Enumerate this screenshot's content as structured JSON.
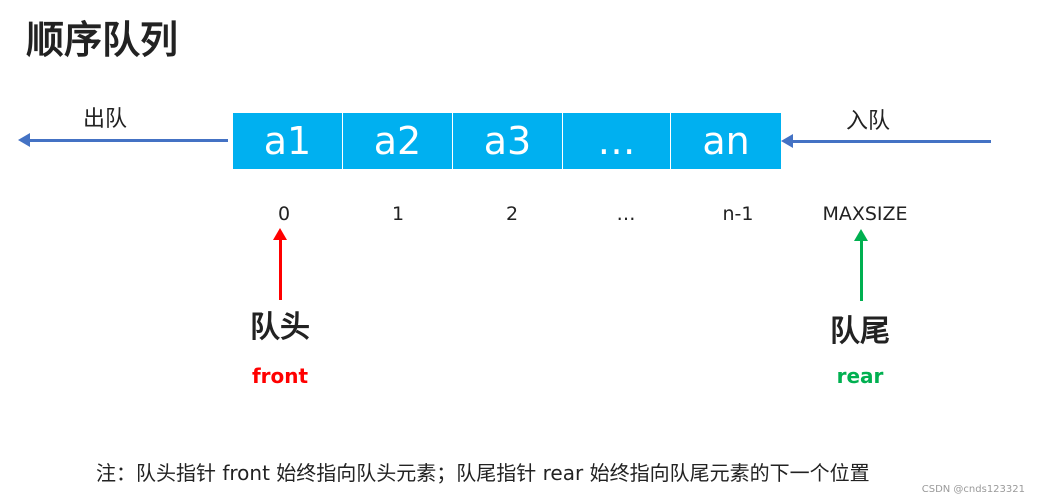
{
  "title": "顺序队列",
  "colors": {
    "cell": "#00b0f0",
    "arrow": "#4472c4",
    "front": "#ff0000",
    "rear": "#00b050"
  },
  "queue": {
    "cells": [
      "a1",
      "a2",
      "a3",
      "…",
      "an"
    ]
  },
  "dequeue_label": "出队",
  "enqueue_label": "入队",
  "indices": [
    "0",
    "1",
    "2",
    "…",
    "n-1",
    "MAXSIZE"
  ],
  "front": {
    "name": "队头",
    "en": "front"
  },
  "rear": {
    "name": "队尾",
    "en": "rear"
  },
  "note": "注：队头指针 front 始终指向队头元素；队尾指针 rear 始终指向队尾元素的下一个位置",
  "watermark": "CSDN @cnds123321"
}
